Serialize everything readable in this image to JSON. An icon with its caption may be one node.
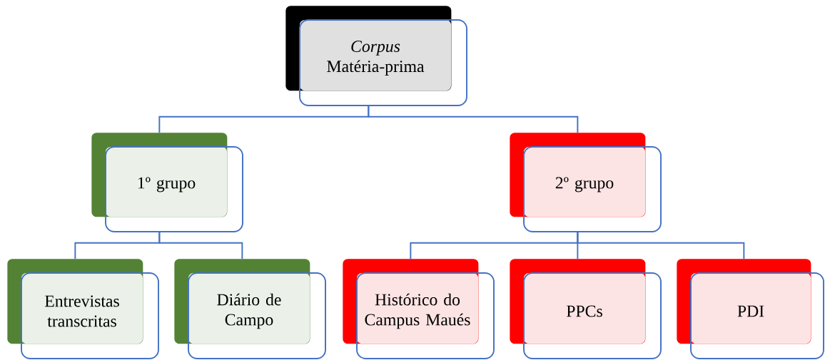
{
  "diagram": {
    "nodes": [
      {
        "text": [
          "*Corpus* Matéria-prima"
        ]
      },
      {
        "text": [
          "1º grupo"
        ]
      },
      {
        "text": [
          "2º grupo"
        ]
      },
      {
        "text": [
          "Entrevistas transcritas"
        ]
      },
      {
        "text": [
          "Diário de Campo"
        ]
      },
      {
        "text": [
          "Histórico do Campus Maués"
        ]
      },
      {
        "text": [
          "PPCs"
        ]
      },
      {
        "text": [
          "PDI"
        ]
      }
    ],
    "edges": [
      {
        "from": 0,
        "to": 1,
        "arrow": "none"
      },
      {
        "from": 0,
        "to": 2,
        "arrow": "none"
      },
      {
        "from": 1,
        "to": 3,
        "arrow": "none"
      },
      {
        "from": 1,
        "to": 4,
        "arrow": "none"
      },
      {
        "from": 2,
        "to": 5,
        "arrow": "none"
      },
      {
        "from": 2,
        "to": 6,
        "arrow": "none"
      },
      {
        "from": 2,
        "to": 7,
        "arrow": "none"
      }
    ]
  }
}
